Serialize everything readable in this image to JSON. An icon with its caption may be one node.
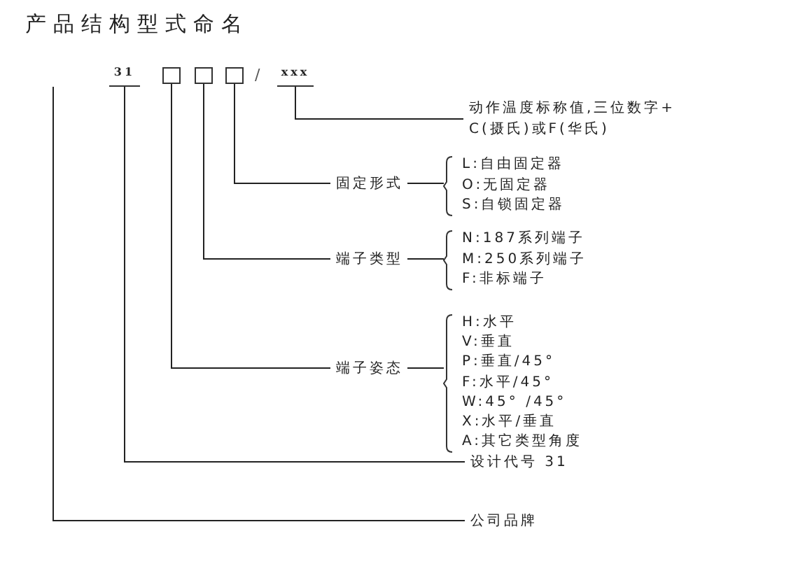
{
  "diagram": {
    "title": "产品结构型式命名",
    "nodes": [
      {
        "text": [
          "31"
        ]
      },
      {
        "text": [],
        "shape": "box"
      },
      {
        "text": [],
        "shape": "box"
      },
      {
        "text": [],
        "shape": "box"
      },
      {
        "text": [
          "xxx"
        ]
      },
      {
        "text": [
          "动作温度标称值,三位数字+C(摄氏)或F(华氏)"
        ]
      },
      {
        "text": [
          "固定形式"
        ]
      },
      {
        "text": [
          "L:自由固定器",
          "O:无固定器",
          "S:自锁固定器"
        ]
      },
      {
        "text": [
          "端子类型"
        ]
      },
      {
        "text": [
          "N:187系列端子",
          "M:250系列端子",
          "F:非标端子"
        ]
      },
      {
        "text": [
          "端子姿态"
        ]
      },
      {
        "text": [
          "H:水平",
          "V:垂直",
          "P:垂直/45°",
          "F:水平/45°",
          "W:45° /45°",
          "X:水平/垂直",
          "A:其它类型角度"
        ]
      },
      {
        "text": [
          "设计代号 31"
        ]
      },
      {
        "text": [
          "公司品牌"
        ]
      }
    ],
    "edges": [
      {
        "from": 4,
        "to": 5,
        "arrow": "none"
      },
      {
        "from": 3,
        "to": 6,
        "arrow": "none"
      },
      {
        "from": 6,
        "to": 7,
        "arrow": "none"
      },
      {
        "from": 2,
        "to": 8,
        "arrow": "none"
      },
      {
        "from": 8,
        "to": 9,
        "arrow": "none"
      },
      {
        "from": 1,
        "to": 10,
        "arrow": "none"
      },
      {
        "from": 10,
        "to": 11,
        "arrow": "none"
      },
      {
        "from": 0,
        "to": 12,
        "arrow": "none"
      },
      {
        "from": null,
        "to": 13,
        "arrow": "none"
      }
    ],
    "labels": [
      "/"
    ]
  }
}
